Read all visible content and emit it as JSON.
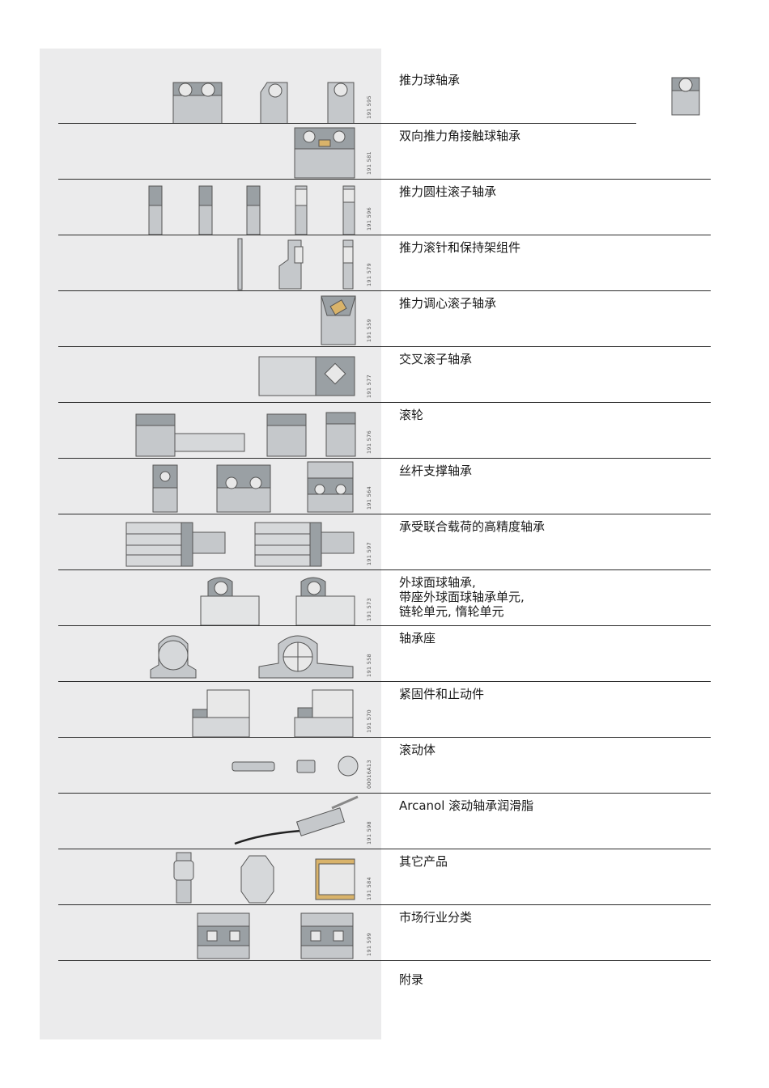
{
  "entries": [
    {
      "label": "推力球轴承",
      "code": "191 595"
    },
    {
      "label": "双向推力角接触球轴承",
      "code": "191 581"
    },
    {
      "label": "推力圆柱滚子轴承",
      "code": "191 596"
    },
    {
      "label": "推力滚针和保持架组件",
      "code": "191 579"
    },
    {
      "label": "推力调心滚子轴承",
      "code": "191 559"
    },
    {
      "label": "交叉滚子轴承",
      "code": "191 577"
    },
    {
      "label": "滚轮",
      "code": "191 576"
    },
    {
      "label": "丝杆支撑轴承",
      "code": "191 564"
    },
    {
      "label": "承受联合载荷的高精度轴承",
      "code": "191 597"
    },
    {
      "label": "外球面球轴承,\n带座外球面球轴承单元,\n链轮单元, 惰轮单元",
      "code": "191 573"
    },
    {
      "label": "轴承座",
      "code": "191 558"
    },
    {
      "label": "紧固件和止动件",
      "code": "191 570"
    },
    {
      "label": "滚动体",
      "code": "00016A13"
    },
    {
      "label": "Arcanol 滚动轴承润滑脂",
      "code": "191 598"
    },
    {
      "label": "其它产品",
      "code": "191 584"
    },
    {
      "label": "市场行业分类",
      "code": "191 599"
    }
  ],
  "appendix": "附录",
  "colors": {
    "panel": "#ebebec",
    "part": "#bfc3c6",
    "part_dark": "#8d9296",
    "accent": "#d9b36a"
  }
}
